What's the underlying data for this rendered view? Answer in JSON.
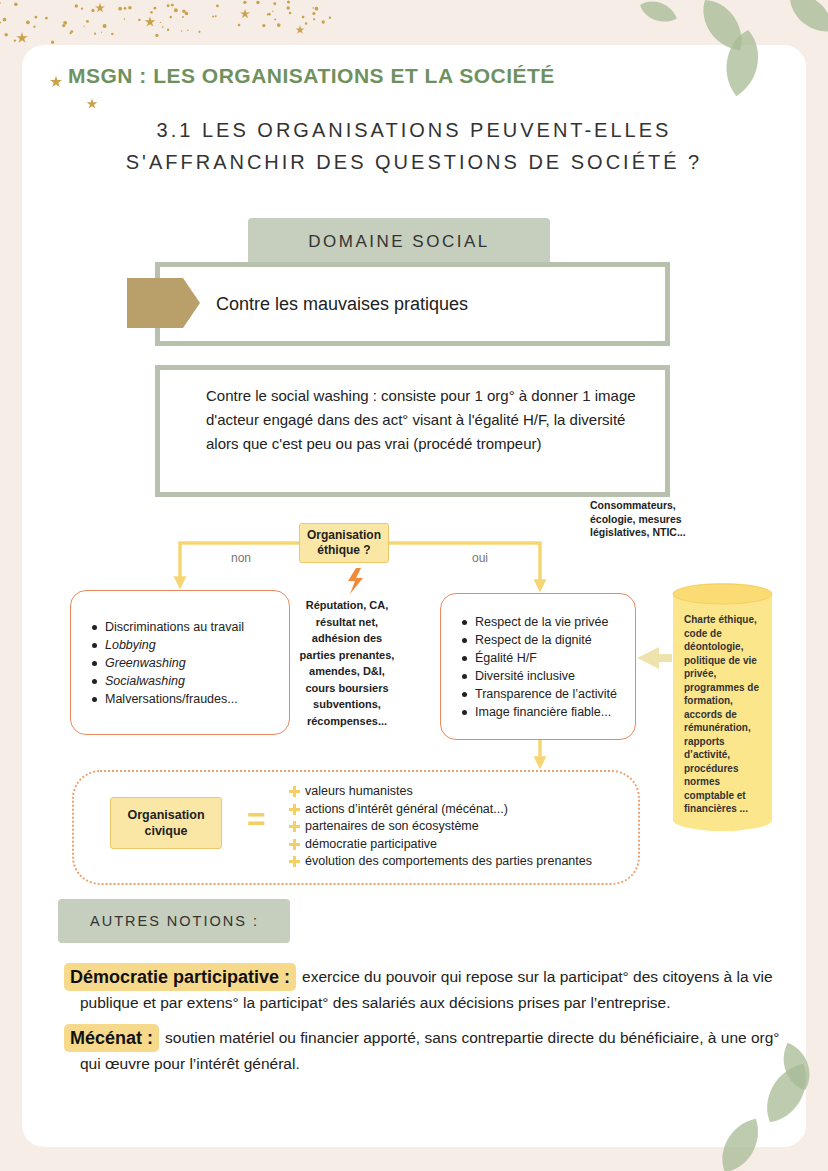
{
  "diagram": {
    "title": "3.1 LES ORGANISATIONS PEUVENT-ELLES S'AFFRANCHIR DES QUESTIONS DE SOCIÉTÉ ?",
    "nodes": [
      {
        "text": [
          "DOMAINE SOCIAL"
        ]
      },
      {
        "text": [
          "Contre les mauvaises pratiques"
        ]
      },
      {
        "text": [
          "Contre le social washing : consiste pour 1 org° à donner 1 image d'acteur engagé dans des act° visant à l'égalité H/F, la diversité alors que c'est peu ou pas vrai (procédé trompeur)"
        ]
      },
      {
        "text": [
          "Organisation éthique ?"
        ]
      },
      {
        "text": [
          "Discriminations au travail",
          "Lobbying",
          "Greenwashing",
          "Socialwashing",
          "Malversations/fraudes..."
        ]
      },
      {
        "text": [
          "Respect de la vie privée",
          "Respect de la dignité",
          "Égalité H/F",
          "Diversité inclusive",
          "Transparence de l’activité",
          "Image financière fiable..."
        ]
      },
      {
        "text": [
          "Charte éthique, code de déontologie, politique de vie privée, programmes de formation, accords de rémunération, rapports d’activité, procédures normes comptable et financières ..."
        ]
      },
      {
        "text": [
          "valeurs humanistes",
          "actions d’intérêt général (mécénat...)",
          "partenaires de son écosystème",
          "démocratie participative",
          "évolution des comportements des parties prenantes"
        ]
      },
      {
        "text": [
          "Organisation civique"
        ],
        "in": 7
      },
      {
        "text": [
          "AUTRES NOTIONS :"
        ]
      },
      {
        "text": [
          "Démocratie participative :"
        ]
      },
      {
        "text": [
          "Mécénat :"
        ]
      }
    ],
    "edges": [
      {
        "from": 3,
        "to": 4,
        "arrow": "to",
        "label": "non"
      },
      {
        "from": 3,
        "to": 5,
        "arrow": "to",
        "label": "oui"
      },
      {
        "from": 6,
        "to": 5,
        "arrow": "to"
      },
      {
        "from": 5,
        "to": 7,
        "arrow": "to"
      }
    ],
    "labels": [
      "MSGN : LES ORGANISATIONS ET LA SOCIÉTÉ",
      "Réputation, CA, résultat net, adhésion des parties prenantes, amendes, D&I, cours boursiers subventions, récompenses...",
      "Consommateurs, écologie, mesures législatives, NTIC...",
      "=",
      "exercice du pouvoir qui repose sur la participat° des citoyens à la vie publique et par extens° la participat° des salariés aux décisions prises par l’entreprise.",
      "soutien matériel ou financier apporté, sans contrepartie directe du bénéficiaire, à une org° qui œuvre pour l’intérêt général."
    ]
  }
}
